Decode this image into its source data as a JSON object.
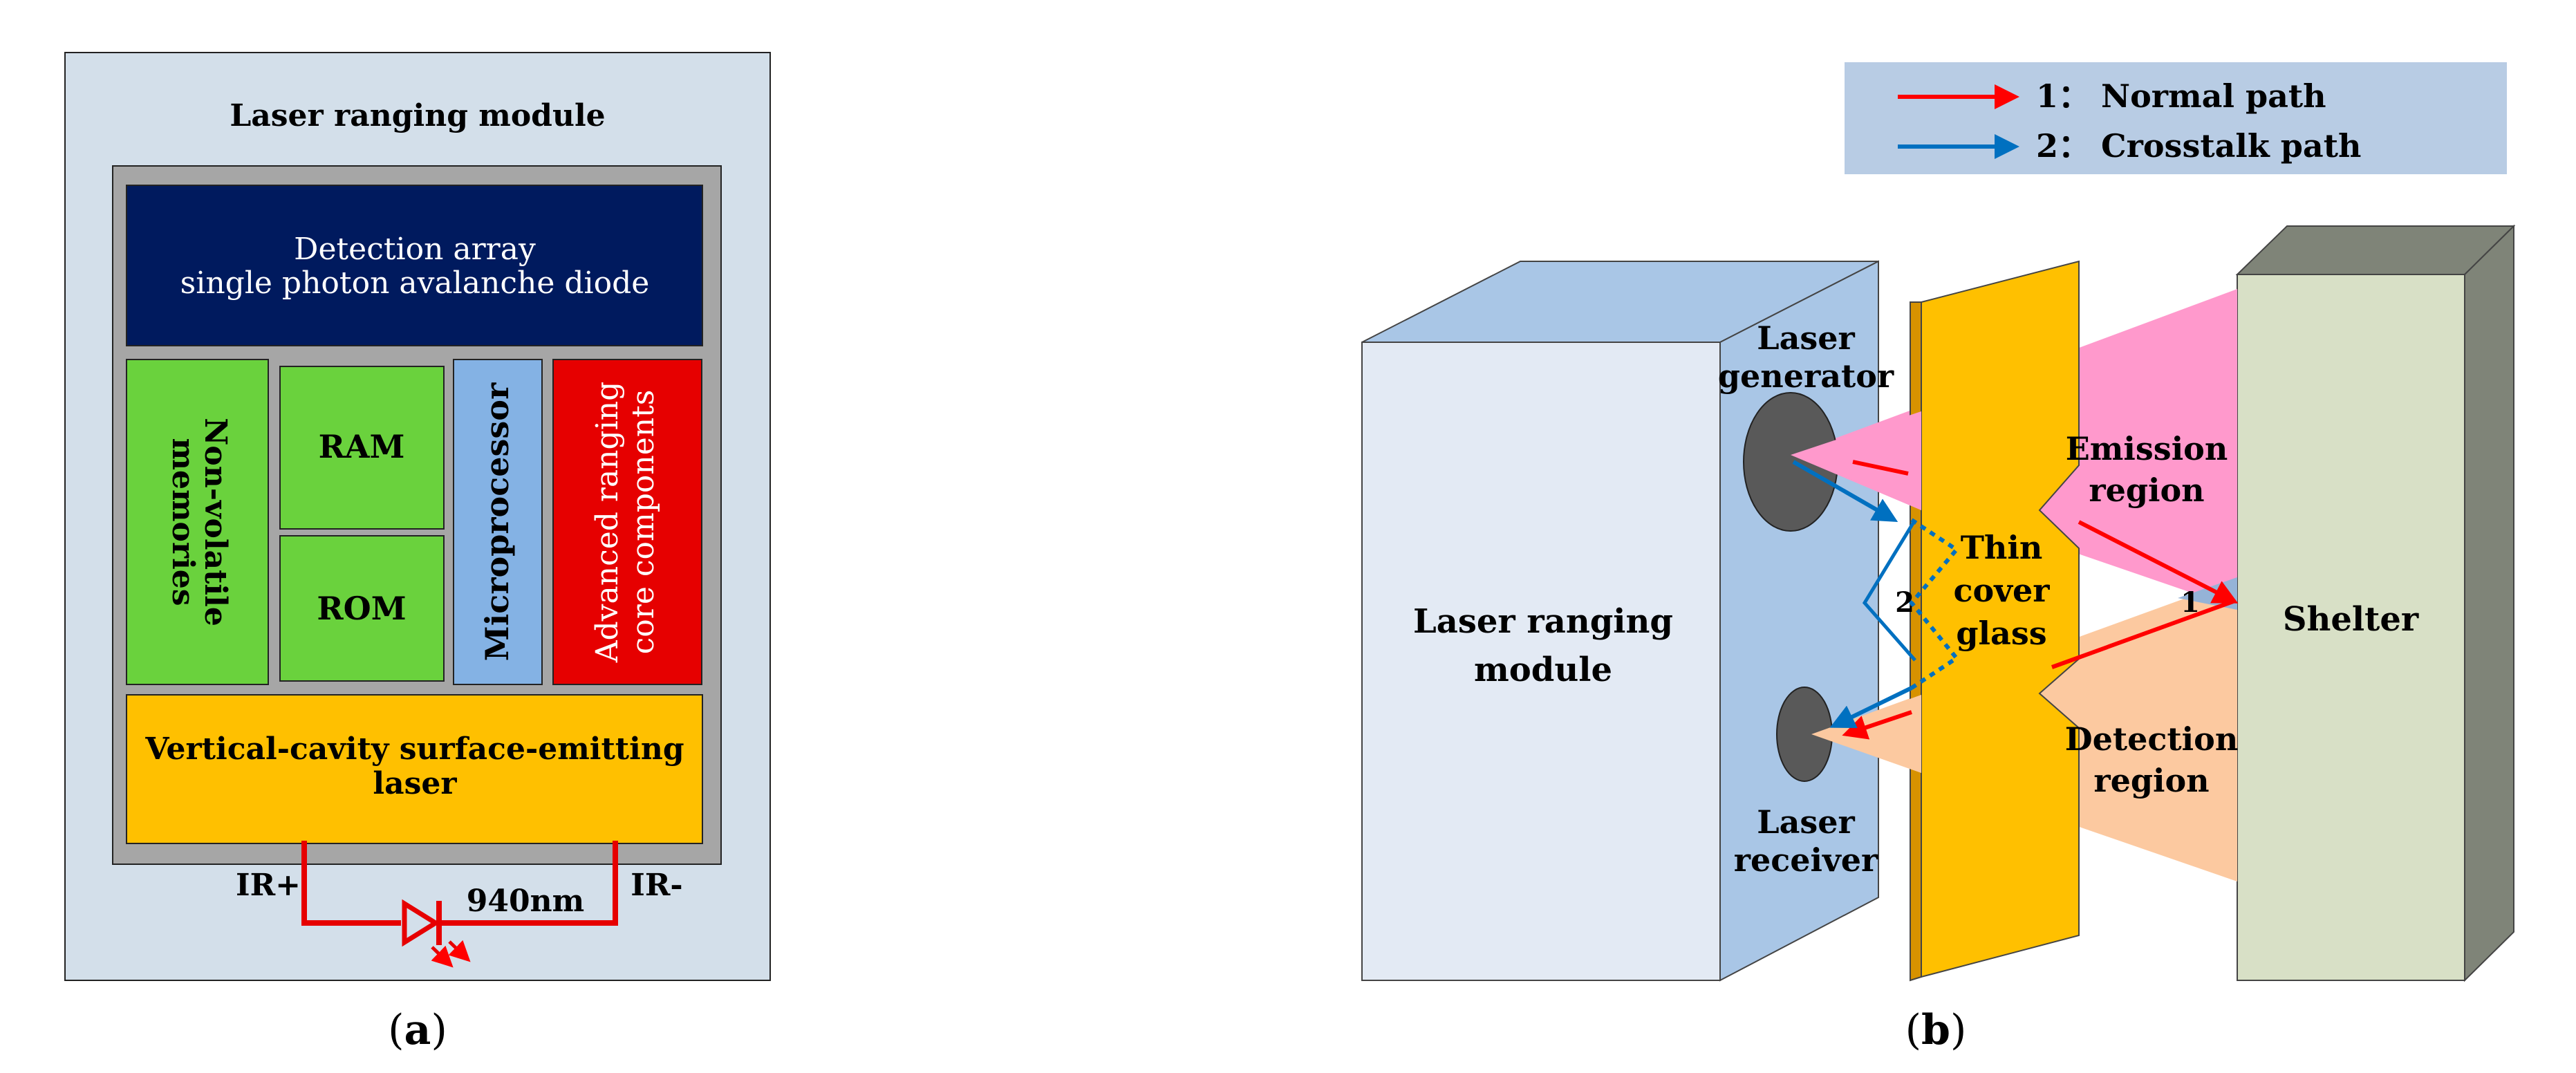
{
  "panel_a": {
    "title": "Laser ranging module",
    "detection_array_line1": "Detection array",
    "detection_array_line2": "single photon avalanche diode",
    "nvm_line1": "Non-volatile",
    "nvm_line2": "memories",
    "ram": "RAM",
    "rom": "ROM",
    "microprocessor": "Microprocessor",
    "advanced_line1": "Advanced ranging",
    "advanced_line2": "core components",
    "vcsel_line1": "Vertical-cavity surface-emitting",
    "vcsel_line2": "laser",
    "ir_plus": "IR+",
    "ir_minus": "IR-",
    "wavelength": "940nm",
    "caption_open": "(",
    "caption_letter": "a",
    "caption_close": ")"
  },
  "panel_b": {
    "legend_normal": "1： Normal path",
    "legend_crosstalk": "2： Crosstalk path",
    "module_line1": "Laser ranging",
    "module_line2": "module",
    "generator_line1": "Laser",
    "generator_line2": "generator",
    "receiver_line1": "Laser",
    "receiver_line2": "receiver",
    "glass_line1": "Thin",
    "glass_line2": "cover",
    "glass_line3": "glass",
    "emission_line1": "Emission",
    "emission_line2": "region",
    "detection_line1": "Detection",
    "detection_line2": "region",
    "shelter": "Shelter",
    "path_num_1": "1",
    "path_num_2": "2",
    "caption_open": "(",
    "caption_letter": "b",
    "caption_close": ")"
  },
  "colors": {
    "panel_bg": "#d3dfea",
    "gray_frame": "#a6a6a6",
    "navy": "#001a5e",
    "green": "#6ad23d",
    "blue": "#84b2e4",
    "red": "#e60000",
    "orange": "#ffc000",
    "normal_path": "#ff0000",
    "crosstalk_path": "#0070c0",
    "legend_bg": "#b8cce4",
    "box_front": "#e3eaf4",
    "box_top_side": "#a9c6e6",
    "glass_front": "#ffc000",
    "glass_side": "#d79200",
    "shelter_front": "#d8e0c6",
    "shelter_side": "#7f8478",
    "emission": "#ff99cc",
    "detection": "#fcc9a0",
    "lens": "#595959"
  }
}
